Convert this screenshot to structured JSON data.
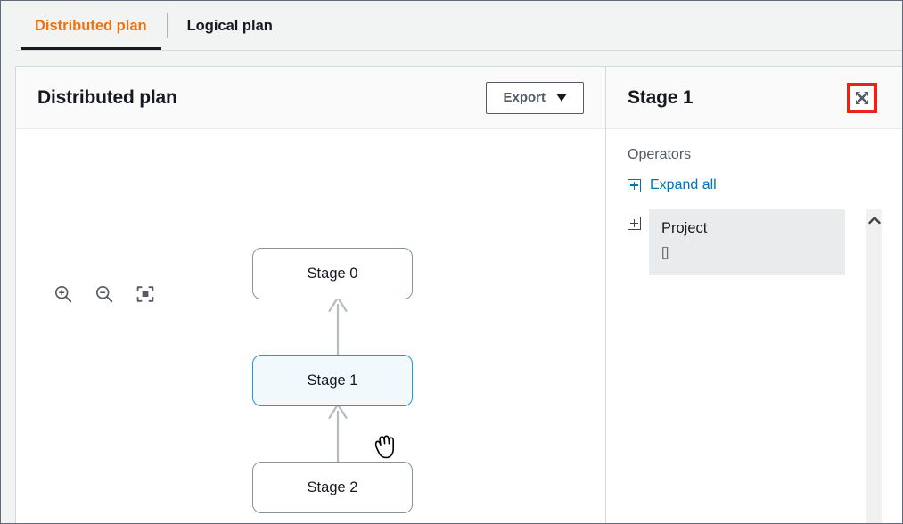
{
  "tabs": [
    {
      "label": "Distributed plan",
      "active": true
    },
    {
      "label": "Logical plan",
      "active": false
    }
  ],
  "left_panel": {
    "title": "Distributed plan",
    "export_label": "Export",
    "export_caret_icon": "caret-down-icon",
    "zoom_tools": [
      {
        "name": "zoom-in-icon",
        "title": "Zoom in"
      },
      {
        "name": "zoom-out-icon",
        "title": "Zoom out"
      },
      {
        "name": "fit-to-screen-icon",
        "title": "Fit to screen"
      }
    ],
    "graph": {
      "nodes": [
        {
          "id": "node0",
          "label": "Stage 0",
          "selected": false
        },
        {
          "id": "node1",
          "label": "Stage 1",
          "selected": true
        },
        {
          "id": "node2",
          "label": "Stage 2",
          "selected": false
        }
      ],
      "edges": [
        {
          "from": "Stage 1",
          "to": "Stage 0"
        },
        {
          "from": "Stage 2",
          "to": "Stage 1"
        }
      ],
      "edge_color": "#b5bcbf",
      "selected_node_border": "#1e9ad6",
      "selected_node_fill": "#f1f9fd",
      "node_border": "#879596",
      "cursor": "grab-hand-cursor"
    }
  },
  "right_panel": {
    "title": "Stage 1",
    "expand_icon": "fullscreen-expand-icon",
    "highlight_color": "#e8241a",
    "operators_label": "Operators",
    "expand_all_label": "Expand all",
    "expand_all_icon": "box-plus-icon",
    "tree": [
      {
        "toggle_icon": "box-plus-icon",
        "title": "Project",
        "detail": "[]"
      }
    ],
    "scrollbar": {
      "up_icon": "chevron-up-icon"
    }
  },
  "colors": {
    "accent_orange": "#ec7211",
    "link_blue": "#0073bb",
    "page_background": "#f2f3f3"
  }
}
